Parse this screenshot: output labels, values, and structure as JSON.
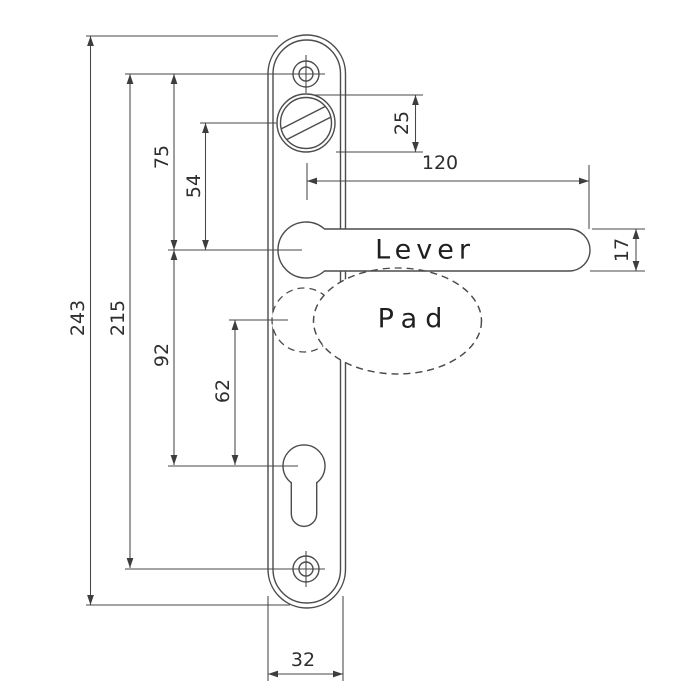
{
  "drawing": {
    "type": "technical-dimension-drawing",
    "subject": "door-handle-backplate",
    "labels": {
      "lever": "Lever",
      "pad": "Pad"
    },
    "dimensions": {
      "overall_height": "243",
      "fixing_screw_centres": "215",
      "top_screw_to_lever_centre": "75",
      "spindle_to_lever_centre": "54",
      "lever_to_cylinder_centre": "92",
      "pad_to_cylinder_centre": "62",
      "screw_cap_diameter": "25",
      "lever_projection": "120",
      "lever_section_height": "17",
      "backplate_width": "32"
    },
    "colors": {
      "line": "#4c4c4c",
      "dimension_line": "#474747",
      "text": "#2e2e2e",
      "background": "#ffffff"
    }
  }
}
